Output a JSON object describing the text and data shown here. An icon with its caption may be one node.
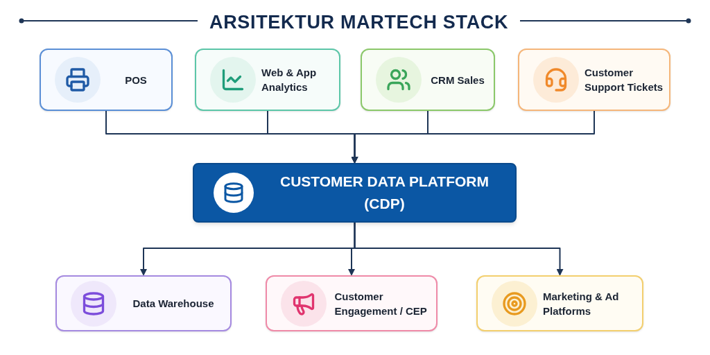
{
  "diagram": {
    "title": "ARSITEKTUR MARTECH STACK",
    "nodes": [
      {
        "text": [
          "POS"
        ]
      },
      {
        "text": [
          "Web & App Analytics"
        ]
      },
      {
        "text": [
          "CRM Sales"
        ]
      },
      {
        "text": [
          "Customer Support Tickets"
        ]
      },
      {
        "text": [
          "CUSTOMER DATA PLATFORM (CDP)"
        ]
      },
      {
        "text": [
          "Data Warehouse"
        ]
      },
      {
        "text": [
          "Customer Engagement / CEP"
        ]
      },
      {
        "text": [
          "Marketing & Ad Platforms"
        ]
      }
    ],
    "edges": [
      {
        "from": 0,
        "to": 4,
        "arrow": "to"
      },
      {
        "from": 1,
        "to": 4,
        "arrow": "to"
      },
      {
        "from": 2,
        "to": 4,
        "arrow": "to"
      },
      {
        "from": 3,
        "to": 4,
        "arrow": "to"
      },
      {
        "from": 4,
        "to": 5,
        "arrow": "to"
      },
      {
        "from": 4,
        "to": 6,
        "arrow": "to"
      },
      {
        "from": 4,
        "to": 7,
        "arrow": "to"
      }
    ]
  }
}
